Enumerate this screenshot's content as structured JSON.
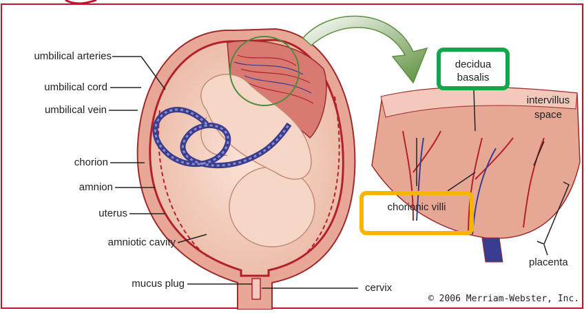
{
  "labels": {
    "umbilical_arteries": "umbilical arteries",
    "umbilical_cord": "umbilical cord",
    "umbilical_vein": "umbilical vein",
    "chorion": "chorion",
    "amnion": "amnion",
    "uterus": "uterus",
    "amniotic_cavity": "amniotic cavity",
    "mucus_plug": "mucus plug",
    "cervix": "cervix",
    "decidua_basalis_line1": "decidua",
    "decidua_basalis_line2": "basalis",
    "intervillus_line1": "intervillus",
    "intervillus_line2": "space",
    "chorionic_villi": "chorionic villi",
    "placenta": "placenta"
  },
  "copyright": "© 2006 Merriam-Webster, Inc.",
  "colors": {
    "frame": "#c8102e",
    "highlight_green": "#10a84a",
    "highlight_yellow": "#f7b500",
    "arrow": "#5e8f3e",
    "tissue": "#f0c0b0",
    "vessel_red": "#b3202a",
    "vessel_blue": "#3a3d8f"
  }
}
